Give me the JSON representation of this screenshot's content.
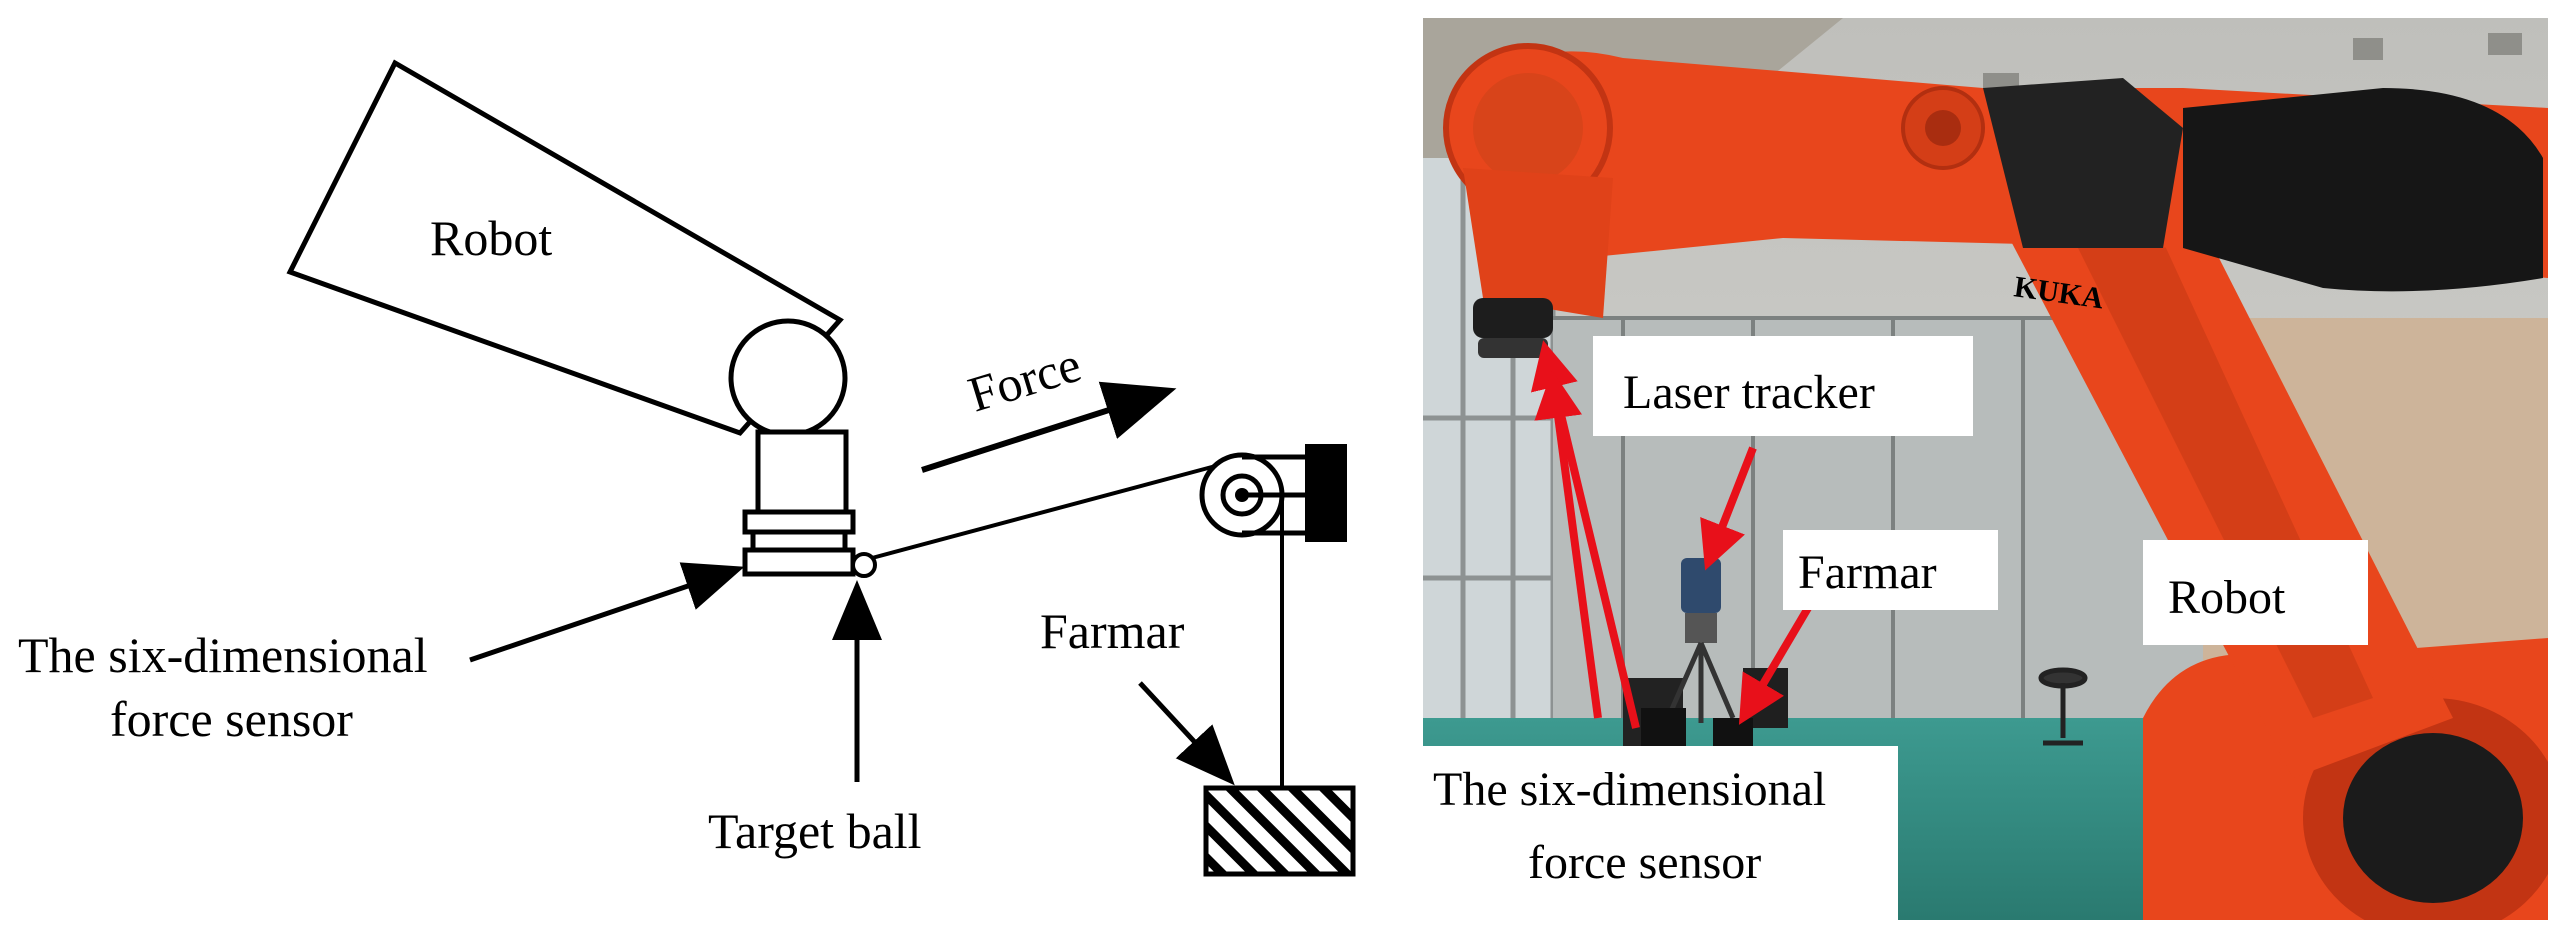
{
  "schematic": {
    "robot_label": "Robot",
    "force_label": "Force",
    "farmar_label": "Farmar",
    "sensor_label_line1": "The six-dimensional",
    "sensor_label_line2": "force sensor",
    "target_ball_label": "Target ball"
  },
  "photo": {
    "laser_tracker_label": "Laser tracker",
    "farmar_label": "Farmar",
    "robot_label": "Robot",
    "sensor_label_line1": "The six-dimensional",
    "sensor_label_line2": "force sensor",
    "brand_text": "KUKA",
    "colors": {
      "robot": "#e8461c",
      "robot_dark": "#c23413",
      "floor": "#2f8a80",
      "arrow": "#e8101a"
    }
  }
}
